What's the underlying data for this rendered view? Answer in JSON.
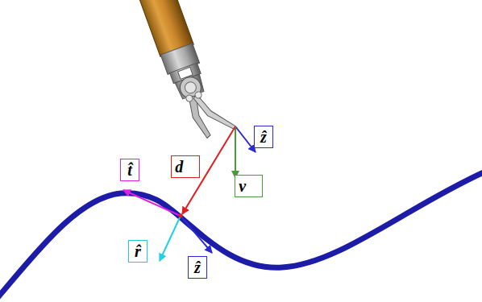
{
  "diagram": {
    "nodes": [
      {
        "text": [
          "ẑ"
        ]
      },
      {
        "text": [
          "t̂"
        ]
      },
      {
        "text": [
          "d⃗"
        ]
      },
      {
        "text": [
          "v⃗"
        ]
      },
      {
        "text": [
          "r̂"
        ]
      },
      {
        "text": [
          "ẑ"
        ]
      }
    ]
  }
}
